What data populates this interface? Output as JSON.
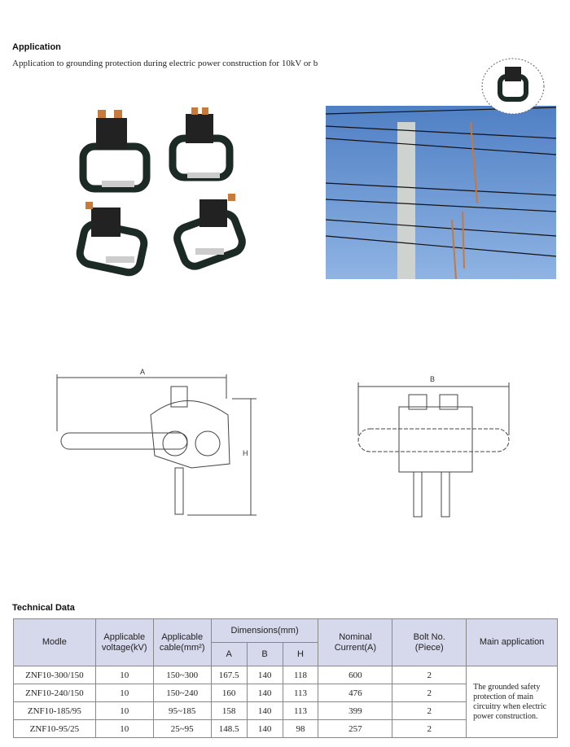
{
  "application": {
    "title": "Application",
    "text": "Application to grounding protection during electric power construction for 10kV or b"
  },
  "diagram_labels": {
    "a": "A",
    "b": "B",
    "h": "H"
  },
  "technical": {
    "title": "Technical Data",
    "headers": {
      "model": "Modle",
      "voltage1": "Applicable",
      "voltage2": "voltage(kV)",
      "cable1": "Applicable",
      "cable2": "cable(mm²)",
      "dims": "Dimensions(mm)",
      "a": "A",
      "b": "B",
      "h": "H",
      "current1": "Nominal",
      "current2": "Current(A)",
      "bolt1": "Bolt No.",
      "bolt2": "(Piece)",
      "main": "Main application"
    },
    "rows": [
      [
        "ZNF10-300/150",
        "10",
        "150~300",
        "167.5",
        "140",
        "118",
        "600",
        "2"
      ],
      [
        "ZNF10-240/150",
        "10",
        "150~240",
        "160",
        "140",
        "113",
        "476",
        "2"
      ],
      [
        "ZNF10-185/95",
        "10",
        "95~185",
        "158",
        "140",
        "113",
        "399",
        "2"
      ],
      [
        "ZNF10-95/25",
        "10",
        "25~95",
        "148.5",
        "140",
        "98",
        "257",
        "2"
      ]
    ],
    "main_application": "The grounded safety protection of main circuitry when electric power construction."
  }
}
